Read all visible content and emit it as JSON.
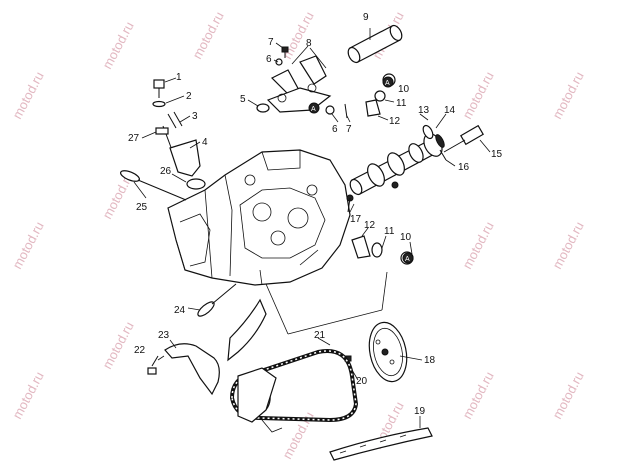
{
  "watermark": {
    "text": "motod.ru"
  },
  "callouts": [
    {
      "id": "c1",
      "label": "1"
    },
    {
      "id": "c2",
      "label": "2"
    },
    {
      "id": "c3",
      "label": "3"
    },
    {
      "id": "c4",
      "label": "4"
    },
    {
      "id": "c5",
      "label": "5"
    },
    {
      "id": "c6a",
      "label": "6"
    },
    {
      "id": "c6b",
      "label": "6"
    },
    {
      "id": "c7a",
      "label": "7"
    },
    {
      "id": "c7b",
      "label": "7"
    },
    {
      "id": "c8",
      "label": "8"
    },
    {
      "id": "c9",
      "label": "9"
    },
    {
      "id": "c10a",
      "label": "10"
    },
    {
      "id": "c10b",
      "label": "10"
    },
    {
      "id": "c11a",
      "label": "11"
    },
    {
      "id": "c11b",
      "label": "11"
    },
    {
      "id": "c12a",
      "label": "12"
    },
    {
      "id": "c12b",
      "label": "12"
    },
    {
      "id": "c13",
      "label": "13"
    },
    {
      "id": "c14",
      "label": "14"
    },
    {
      "id": "c15",
      "label": "15"
    },
    {
      "id": "c16",
      "label": "16"
    },
    {
      "id": "c17",
      "label": "17"
    },
    {
      "id": "c18",
      "label": "18"
    },
    {
      "id": "c19",
      "label": "19"
    },
    {
      "id": "c20",
      "label": "20"
    },
    {
      "id": "c21",
      "label": "21"
    },
    {
      "id": "c22",
      "label": "22"
    },
    {
      "id": "c23",
      "label": "23"
    },
    {
      "id": "c24",
      "label": "24"
    },
    {
      "id": "c25",
      "label": "25"
    },
    {
      "id": "c26",
      "label": "26"
    },
    {
      "id": "c27",
      "label": "27"
    }
  ],
  "markers": {
    "a_label": "A"
  }
}
